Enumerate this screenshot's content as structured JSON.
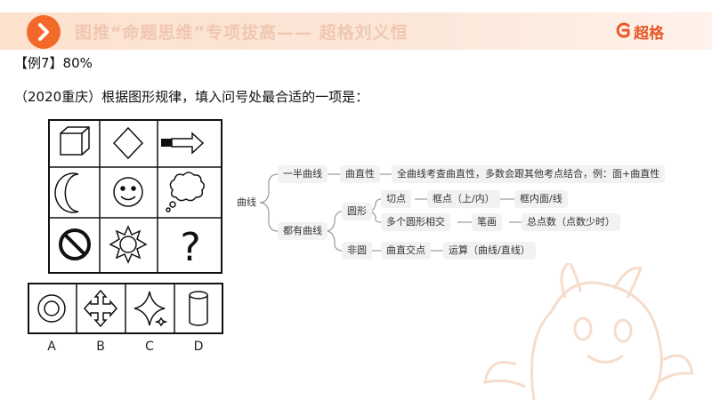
{
  "banner": {
    "title": "图推“命题思维”专项拔高—— 超格刘义恒",
    "brand": "超格"
  },
  "example": {
    "label": "【例7】80%"
  },
  "question": {
    "text": "（2020重庆）根据图形规律，填入问号处最合适的一项是："
  },
  "puzzle": {
    "question_mark": "?"
  },
  "options": {
    "labels": [
      "A",
      "B",
      "C",
      "D"
    ]
  },
  "mindmap": {
    "root": "曲线",
    "branch1": {
      "label": "一半曲线",
      "child": "曲直性",
      "leaf": "全曲线考查曲直性，多数会跟其他考点结合，例：面+曲直性"
    },
    "branch2": {
      "label": "都有曲线",
      "circle": {
        "label": "圆形",
        "row1": [
          "切点",
          "框点（上/内）",
          "框内面/线"
        ],
        "row2": [
          "多个圆形相交",
          "笔画",
          "总点数（点数少时）"
        ]
      },
      "noncircle": {
        "label": "非圆",
        "items": [
          "曲直交点",
          "运算（曲线/直线）"
        ]
      }
    }
  },
  "colors": {
    "accent": "#f2692a",
    "banner_bg": "#fde2cf",
    "brand": "#e8582a"
  }
}
